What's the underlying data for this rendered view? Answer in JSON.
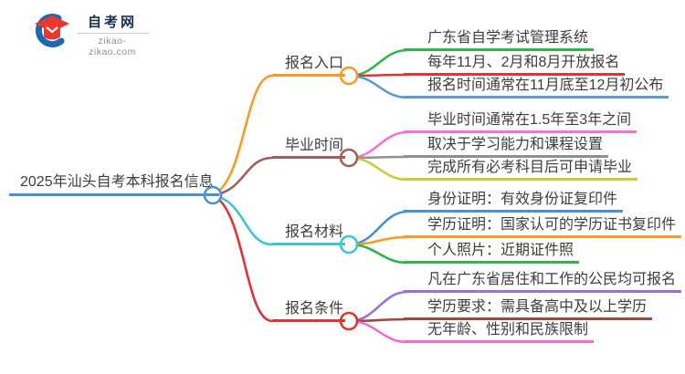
{
  "logo": {
    "site_name": "自考网",
    "site_url": "zikao-zikao.com",
    "icon": "graduation-cap-icon",
    "cap_color": "#e8392f",
    "swoosh_color": "#1a6ab3",
    "name_color": "#17304d"
  },
  "center": {
    "title": "2025年汕头自考本科报名信息",
    "color": "#4a90d2",
    "text_color": "#3d3d3d"
  },
  "branches": [
    {
      "label": "报名入口",
      "color": "#f79b28",
      "leaves": [
        {
          "text": "广东省自学考试管理系统",
          "color": "#33b24d"
        },
        {
          "text": "每年11月、2月和8月开放报名",
          "color": "#e23333"
        },
        {
          "text": "报名时间通常在11月底至12月初公布",
          "color": "#5b9bd5"
        }
      ]
    },
    {
      "label": "毕业时间",
      "color": "#9d6156",
      "leaves": [
        {
          "text": "毕业时间通常在1.5年至3年之间",
          "color": "#f175cd"
        },
        {
          "text": "取决于学习能力和课程设置",
          "color": "#8f8f8f"
        },
        {
          "text": "完成所有必考科目后可申请毕业",
          "color": "#c9cc33"
        }
      ]
    },
    {
      "label": "报名材料",
      "color": "#3fc4d6",
      "leaves": [
        {
          "text": "身份证明：有效身份证复印件",
          "color": "#4a90d2"
        },
        {
          "text": "学历证明：国家认可的学历证书复印件",
          "color": "#f79b28"
        },
        {
          "text": "个人照片：近期证件照",
          "color": "#33b24d"
        }
      ]
    },
    {
      "label": "报名条件",
      "color": "#e23333",
      "leaves": [
        {
          "text": "凡在广东省居住和工作的公民均可报名",
          "color": "#9b6fd6"
        },
        {
          "text": "学历要求：需具备高中及以上学历",
          "color": "#a1473f"
        },
        {
          "text": "无年龄、性别和民族限制",
          "color": "#ee6fc5"
        }
      ]
    }
  ]
}
